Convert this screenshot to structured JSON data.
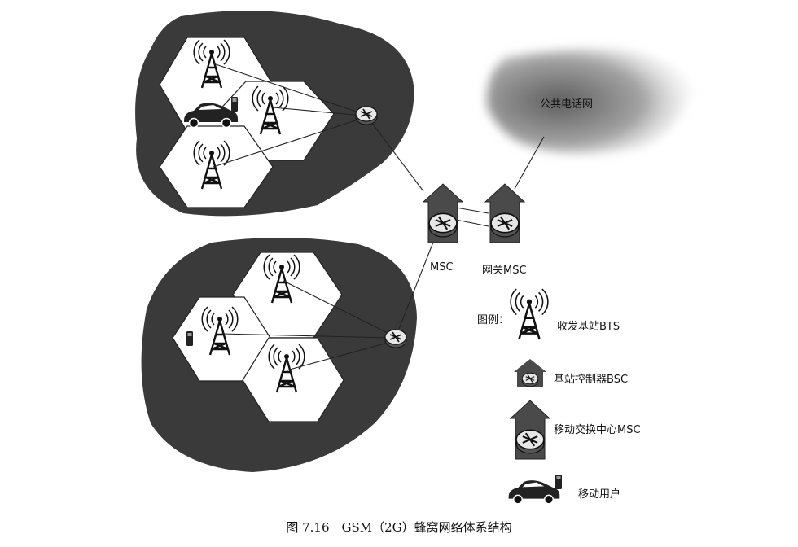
{
  "diagram": {
    "caption": "图 7.16　GSM（2G）蜂窝网络体系结构",
    "pstn_label": "公共电话网",
    "msc_label": "MSC",
    "gateway_msc_label": "网关MSC",
    "legend": {
      "title": "图例：",
      "items": [
        {
          "icon": "bts-tower-icon",
          "label": "收发基站BTS"
        },
        {
          "icon": "bsc-router-icon",
          "label": "基站控制器BSC"
        },
        {
          "icon": "msc-switch-icon",
          "label": "移动交换中心MSC"
        },
        {
          "icon": "mobile-user-icon",
          "label": "移动用户"
        }
      ]
    },
    "colors": {
      "region": "#3a3a3a",
      "cell": "#ffffff",
      "line": "#222222",
      "pstn_dark": "#6b6b6b"
    }
  }
}
